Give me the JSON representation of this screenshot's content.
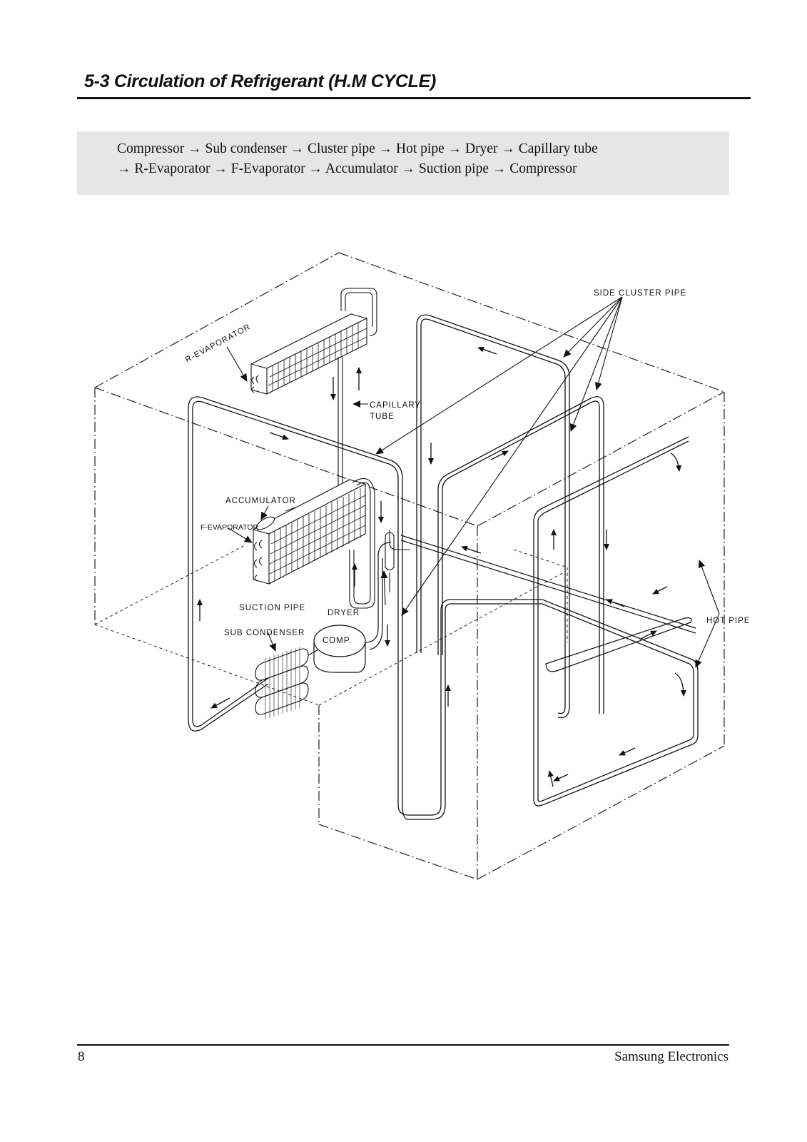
{
  "header": {
    "title": "5-3 Circulation of Refrigerant (H.M CYCLE)"
  },
  "flow": {
    "line1": "Compressor → Sub condenser → Cluster pipe → Hot pipe → Dryer → Capillary tube",
    "line2": "→ R-Evaporator → F-Evaporator → Accumulator → Suction pipe → Compressor"
  },
  "diagram": {
    "labels": {
      "r_evaporator": "R-EVAPORATOR",
      "side_cluster_pipe": "SIDE CLUSTER PIPE",
      "capillary": "CAPILLARY",
      "tube": "TUBE",
      "accumulator": "ACCUMULATOR",
      "f_evaporator": "F-EVAPORATOR",
      "suction_pipe": "SUCTION PIPE",
      "dryer": "DRYER",
      "sub_condenser": "SUB CONDENSER",
      "comp": "COMP.",
      "hot_pipe": "HOT PIPE"
    }
  },
  "footer": {
    "page_number": "8",
    "publisher": "Samsung Electronics"
  }
}
